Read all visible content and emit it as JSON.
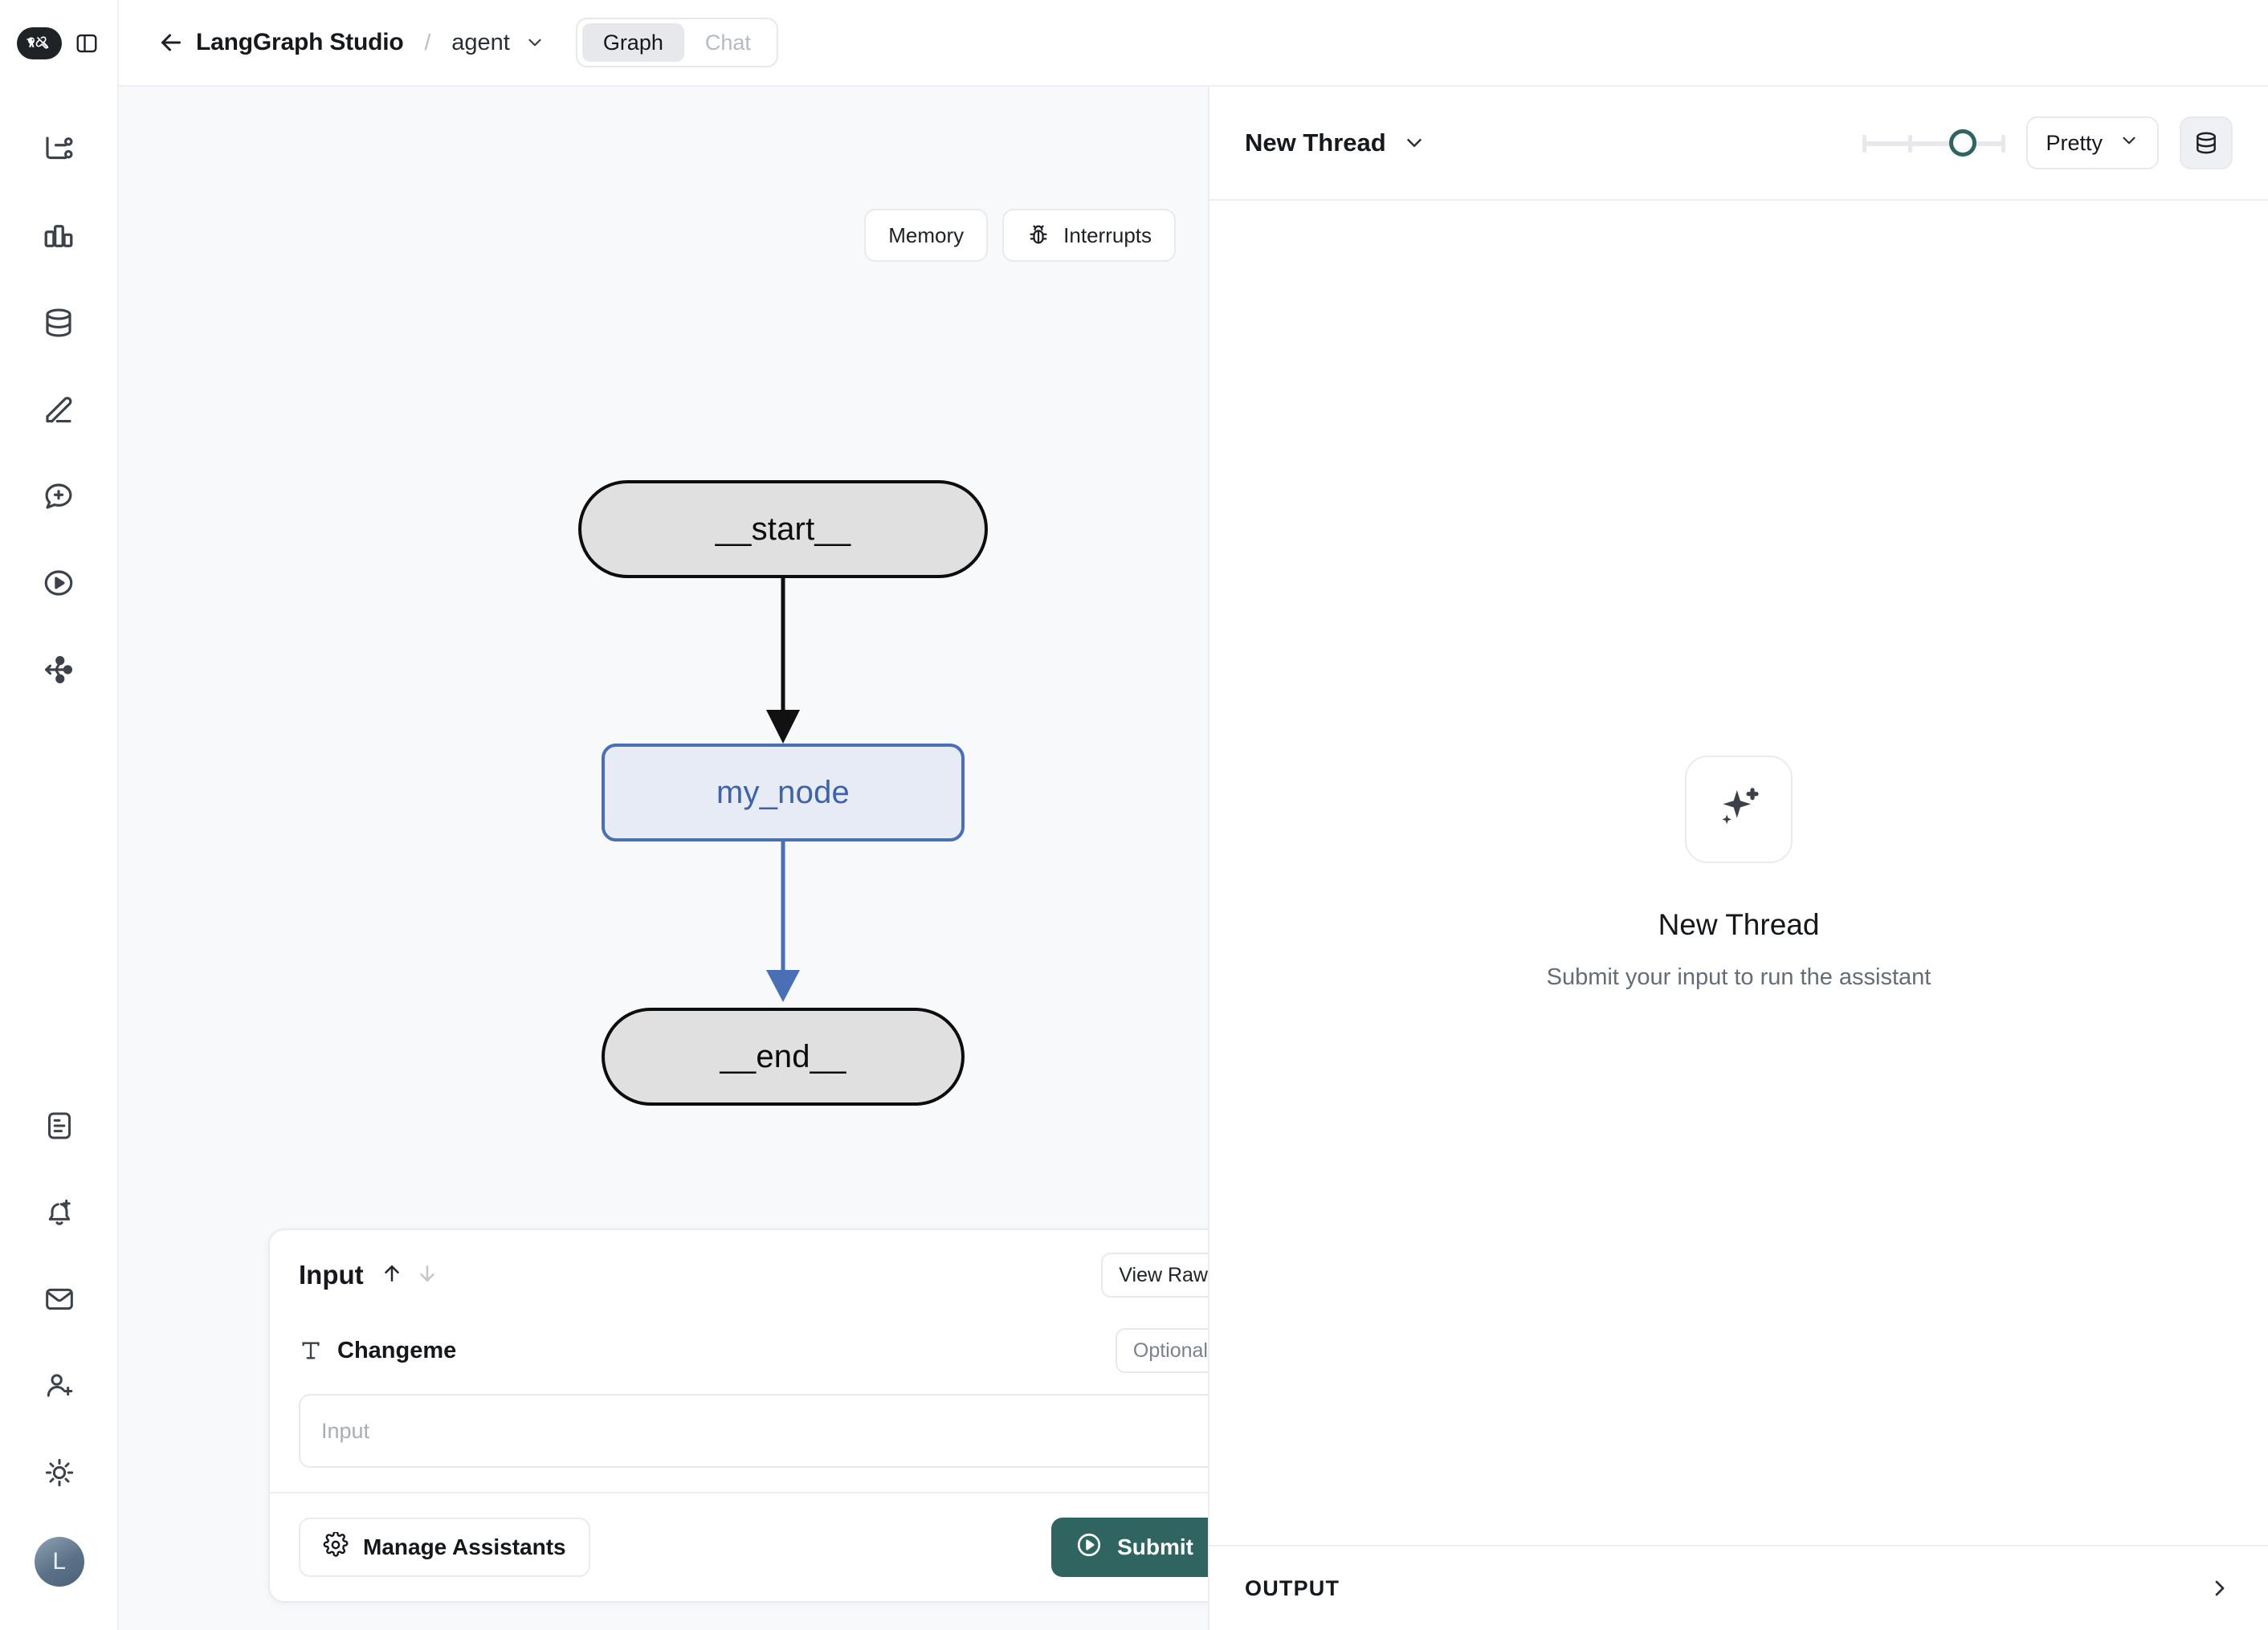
{
  "rail": {
    "logo_icon": "langchain-parrot-logo",
    "panel_toggle_icon": "panel-left-toggle-icon",
    "top_items": [
      {
        "icon": "flow-tree-icon",
        "name": "sidebar-item-traces"
      },
      {
        "icon": "bar-chart-icon",
        "name": "sidebar-item-monitor"
      },
      {
        "icon": "database-icon",
        "name": "sidebar-item-datasets"
      },
      {
        "icon": "pencil-icon",
        "name": "sidebar-item-annotate"
      },
      {
        "icon": "message-plus-icon",
        "name": "sidebar-item-prompts"
      },
      {
        "icon": "play-circle-icon",
        "name": "sidebar-item-playground"
      },
      {
        "icon": "share-nodes-icon",
        "name": "sidebar-item-deployments"
      }
    ],
    "bottom_items": [
      {
        "icon": "document-icon",
        "name": "sidebar-item-docs"
      },
      {
        "icon": "bell-plus-icon",
        "name": "sidebar-item-notifications"
      },
      {
        "icon": "envelope-icon",
        "name": "sidebar-item-inbox"
      },
      {
        "icon": "user-plus-icon",
        "name": "sidebar-item-invite"
      },
      {
        "icon": "sun-icon",
        "name": "sidebar-item-theme"
      }
    ],
    "avatar_initial": "L"
  },
  "topbar": {
    "back_icon": "arrow-left-icon",
    "brand": "LangGraph Studio",
    "separator": "/",
    "assistant": "agent",
    "assistant_caret_icon": "chevron-down-icon",
    "view_tabs": [
      {
        "label": "Graph",
        "active": true
      },
      {
        "label": "Chat",
        "active": false
      }
    ]
  },
  "graph_panel": {
    "toolbar": [
      {
        "label": "Memory",
        "icon": null
      },
      {
        "label": "Interrupts",
        "icon": "bug-icon"
      }
    ],
    "nodes": [
      {
        "id": "start",
        "label": "__start__",
        "style": "terminal"
      },
      {
        "id": "my_node",
        "label": "my_node",
        "style": "active"
      },
      {
        "id": "end",
        "label": "__end__",
        "style": "terminal"
      }
    ],
    "edges": [
      {
        "from": "start",
        "to": "my_node",
        "color": "#111111"
      },
      {
        "from": "my_node",
        "to": "end",
        "color": "#4a6fb5"
      }
    ],
    "colors": {
      "canvas_bg": "#f8f9fb",
      "terminal_fill": "#e0e0e0",
      "terminal_border": "#0d0d0d",
      "active_fill": "#e6ebf6",
      "active_border": "#4a6fb5",
      "active_text": "#3f63a8"
    }
  },
  "input_card": {
    "title": "Input",
    "arrow_up_icon": "arrow-up-icon",
    "arrow_down_icon": "arrow-down-icon",
    "view_raw_label": "View Raw",
    "collapse_icon": "chevron-down-icon",
    "field": {
      "type_icon": "text-type-icon",
      "label": "Changeme",
      "badge": "Optional",
      "badge_caret_icon": "chevron-down-icon",
      "value": "",
      "placeholder": "Input"
    },
    "manage_label": "Manage Assistants",
    "manage_icon": "gear-icon",
    "submit_label": "Submit",
    "submit_icon": "play-circle-icon",
    "submit_caret_icon": "chevron-down-icon",
    "submit_color": "#2f6461"
  },
  "right_panel": {
    "thread_title": "New Thread",
    "thread_caret_icon": "chevron-down-icon",
    "slider": {
      "name": "history-slider",
      "value_pct": 67,
      "accent": "#2f6461"
    },
    "format_select": {
      "value": "Pretty",
      "caret_icon": "chevron-down-icon"
    },
    "store_icon": "database-icon",
    "empty_state": {
      "icon": "sparkles-icon",
      "title": "New Thread",
      "subtitle": "Submit your input to run the assistant"
    },
    "footer": {
      "label": "OUTPUT",
      "expand_icon": "chevron-right-icon"
    }
  }
}
